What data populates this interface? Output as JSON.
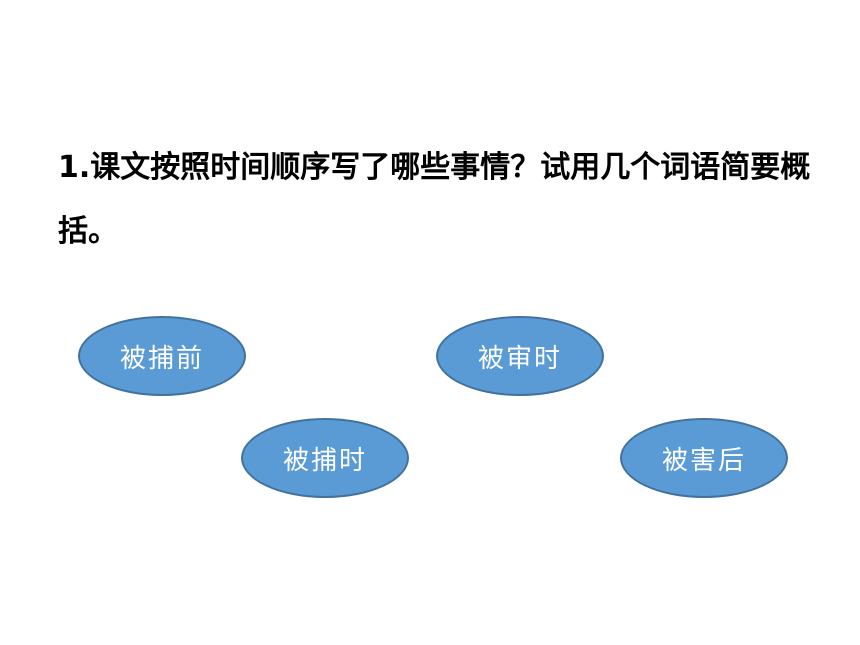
{
  "question": {
    "text": "1.课文按照时间顺序写了哪些事情？试用几个词语简要概括。"
  },
  "answers": [
    "被捕前",
    "被审时",
    "被捕时",
    "被害后"
  ],
  "colors": {
    "oval_fill": "#5b9bd5",
    "oval_border": "#41719c",
    "oval_text": "#ffffff",
    "question_text": "#000000"
  }
}
